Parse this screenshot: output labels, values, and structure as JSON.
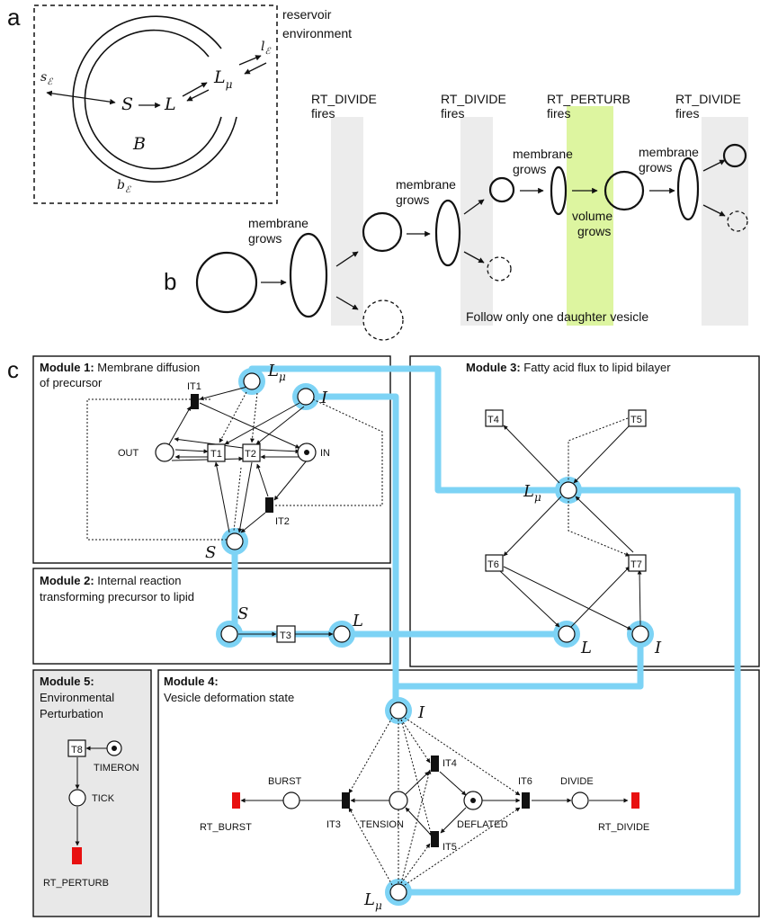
{
  "panels": {
    "a": "a",
    "b": "b",
    "c": "c"
  },
  "panel_a": {
    "reservoir": [
      "reservoir",
      "environment"
    ],
    "l_env": "l",
    "s_env": "s",
    "b_env": "b",
    "env_sub": "ℰ",
    "S": "S",
    "L": "L",
    "L_mu": "L",
    "mu": "μ",
    "B": "B"
  },
  "panel_b": {
    "events": [
      {
        "line1": "RT_DIVIDE",
        "line2": "fires"
      },
      {
        "line1": "RT_DIVIDE",
        "line2": "fires"
      },
      {
        "line1": "RT_PERTURB",
        "line2": "fires"
      },
      {
        "line1": "RT_DIVIDE",
        "line2": "fires"
      }
    ],
    "membrane_grows": [
      "membrane",
      "grows"
    ],
    "volume_grows": [
      "volume",
      "grows"
    ],
    "follow_note": "Follow only one daughter vesicle",
    "colors": {
      "divide_band": "#ececec",
      "perturb_band": "#ddf5a0"
    }
  },
  "module1": {
    "title_bold": "Module 1:",
    "title_rest": " Membrane diffusion",
    "title_line2": "of precursor",
    "labels": {
      "IT1": "IT1",
      "IT2": "IT2",
      "T1": "T1",
      "T2": "T2",
      "OUT": "OUT",
      "IN": "IN",
      "L": "L",
      "I": "I",
      "S": "S"
    }
  },
  "module2": {
    "title_bold": "Module 2:",
    "title_rest": " Internal reaction",
    "title_line2": "transforming precursor to lipid",
    "labels": {
      "S": "S",
      "T3": "T3",
      "L": "L"
    }
  },
  "module3": {
    "title_bold": "Module 3:",
    "title_rest": " Fatty acid flux to lipid bilayer",
    "labels": {
      "T4": "T4",
      "T5": "T5",
      "T6": "T6",
      "T7": "T7",
      "L_mu": "L",
      "L": "L",
      "I": "I"
    }
  },
  "module4": {
    "title_bold": "Module 4:",
    "title_line2": "Vesicle deformation state",
    "labels": {
      "I": "I",
      "BURST": "BURST",
      "RT_BURST": "RT_BURST",
      "IT3": "IT3",
      "TENSION": "TENSION",
      "IT4": "IT4",
      "IT5": "IT5",
      "DEFLATED": "DEFLATED",
      "IT6": "IT6",
      "DIVIDE": "DIVIDE",
      "RT_DIVIDE": "RT_DIVIDE",
      "L_mu": "L"
    }
  },
  "module5": {
    "title_bold": "Module 5:",
    "title_line2": "Environmental",
    "title_line3": "Perturbation",
    "labels": {
      "T8": "T8",
      "TIMERON": "TIMERON",
      "TICK": "TICK",
      "RT_PERTURB": "RT_PERTURB"
    }
  },
  "colors": {
    "link": "#7dd3f5",
    "transition_red": "#e81010",
    "module5_bg": "#e8e8e8"
  }
}
